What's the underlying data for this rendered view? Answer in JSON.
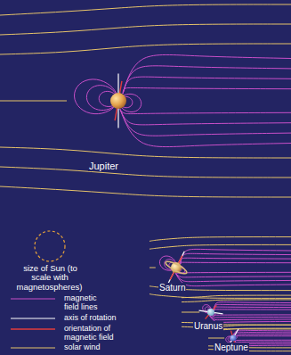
{
  "diagram": {
    "labels": [
      "Jupiter",
      "size of Sun (to scale with magnetospheres)",
      "Saturn",
      "Uranus",
      "Neptune"
    ],
    "legend": [
      {
        "text": "magnetic field lines"
      },
      {
        "text": "axis of rotation"
      },
      {
        "text": "orientation of magnetic field"
      },
      {
        "text": "solar wind"
      }
    ]
  }
}
